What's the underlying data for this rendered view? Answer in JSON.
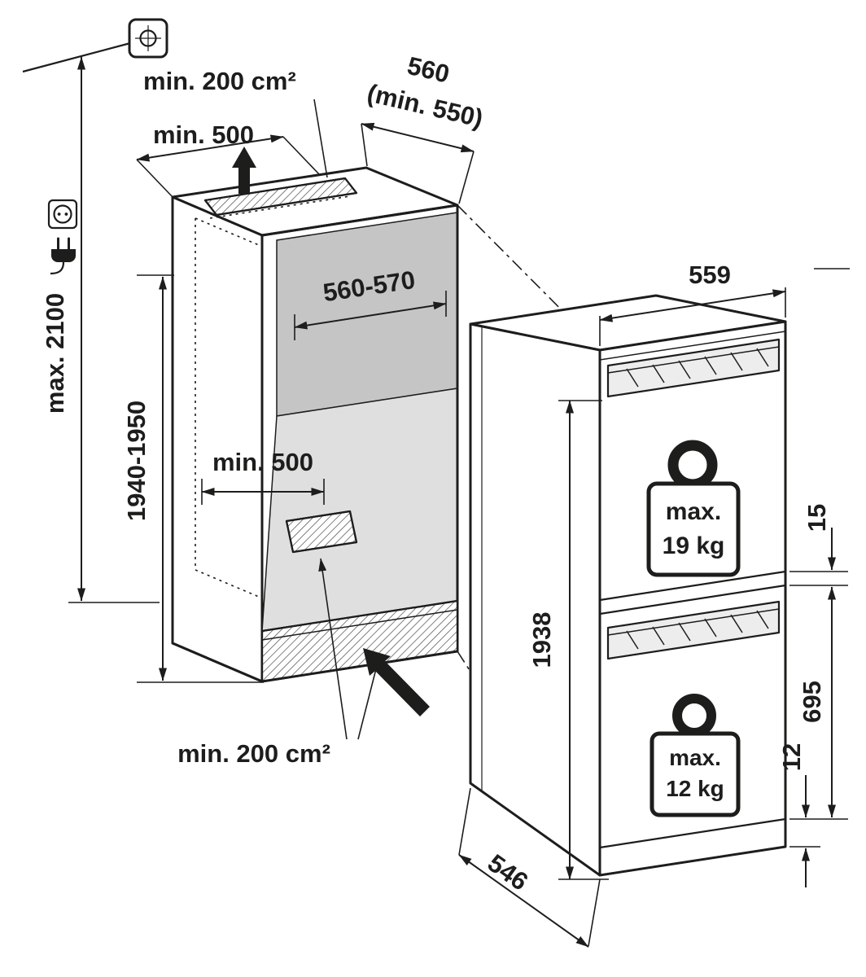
{
  "title": "Built-in appliance niche installation diagram",
  "colors": {
    "line": "#1d1d1b",
    "interior_back_wall": "#c5c5c5",
    "interior_floor": "#dfdfdf",
    "handle_rail": "#ededed",
    "background": "#ffffff"
  },
  "niche": {
    "vent_area_top": "min. 200 cm²",
    "depth": "560",
    "depth_min": "(min. 550)",
    "top_clearance": "min. 500",
    "ceiling_height": "max. 2100",
    "height": "1940-1950",
    "width": "560-570",
    "floor_clearance": "min. 500",
    "vent_area_bottom": "min. 200 cm²"
  },
  "appliance": {
    "width": "559",
    "height": "1938",
    "depth": "546",
    "door_gap": "15",
    "lower_door_height": "695",
    "bottom_gap": "12",
    "upper_door": {
      "weight_prefix": "max.",
      "weight": "19 kg"
    },
    "lower_door": {
      "weight_prefix": "max.",
      "weight": "12 kg"
    }
  },
  "icons": [
    "ceiling-fixing-icon",
    "power-socket-icon",
    "power-plug-icon",
    "airflow-up-arrow",
    "airflow-in-arrow",
    "weight-limit-icon"
  ]
}
